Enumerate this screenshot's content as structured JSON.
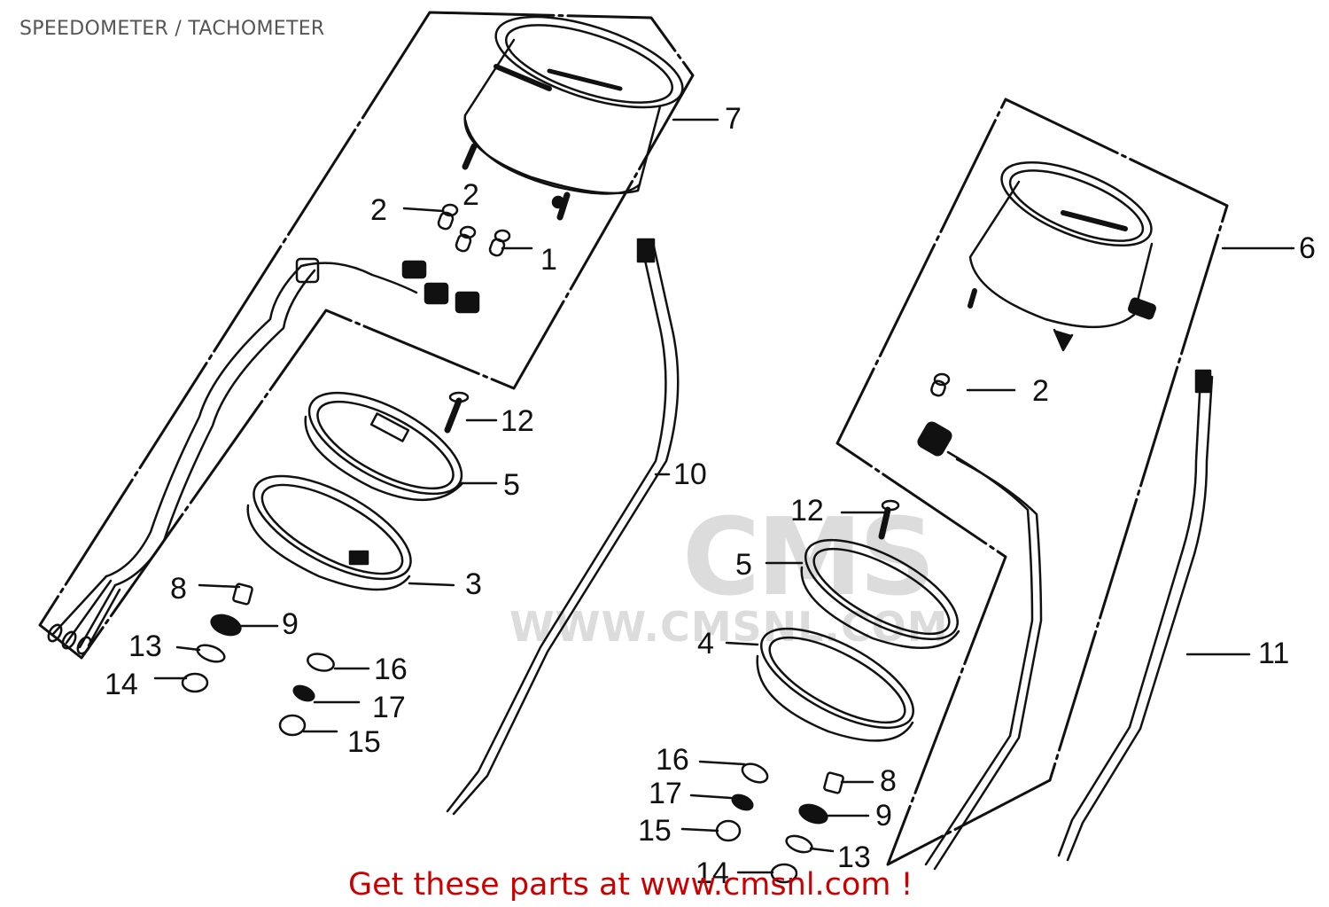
{
  "page": {
    "title": "SPEEDOMETER / TACHOMETER",
    "footer_text": "Get these parts at www.cmsnl.com !",
    "footer_color": "#cc0000",
    "title_color": "#555555"
  },
  "watermark": {
    "brand": "CMS",
    "url": "WWW.CMSNL.COM",
    "color": "#dcdcdc"
  },
  "assemblies": [
    {
      "name": "speedometer-assembly",
      "ref": "7"
    },
    {
      "name": "tachometer-assembly",
      "ref": "6"
    }
  ],
  "callouts": {
    "c7": "7",
    "c2a": "2",
    "c2b": "2",
    "c1": "1",
    "c12a": "12",
    "c5a": "5",
    "c3": "3",
    "c10": "10",
    "c8a": "8",
    "c9a": "9",
    "c13a": "13",
    "c14a": "14",
    "c16a": "16",
    "c17a": "17",
    "c15a": "15",
    "c6": "6",
    "c2c": "2",
    "c12b": "12",
    "c5b": "5",
    "c4": "4",
    "c11": "11",
    "c16b": "16",
    "c17b": "17",
    "c15b": "15",
    "c14b": "14",
    "c8b": "8",
    "c9b": "9",
    "c13b": "13"
  }
}
